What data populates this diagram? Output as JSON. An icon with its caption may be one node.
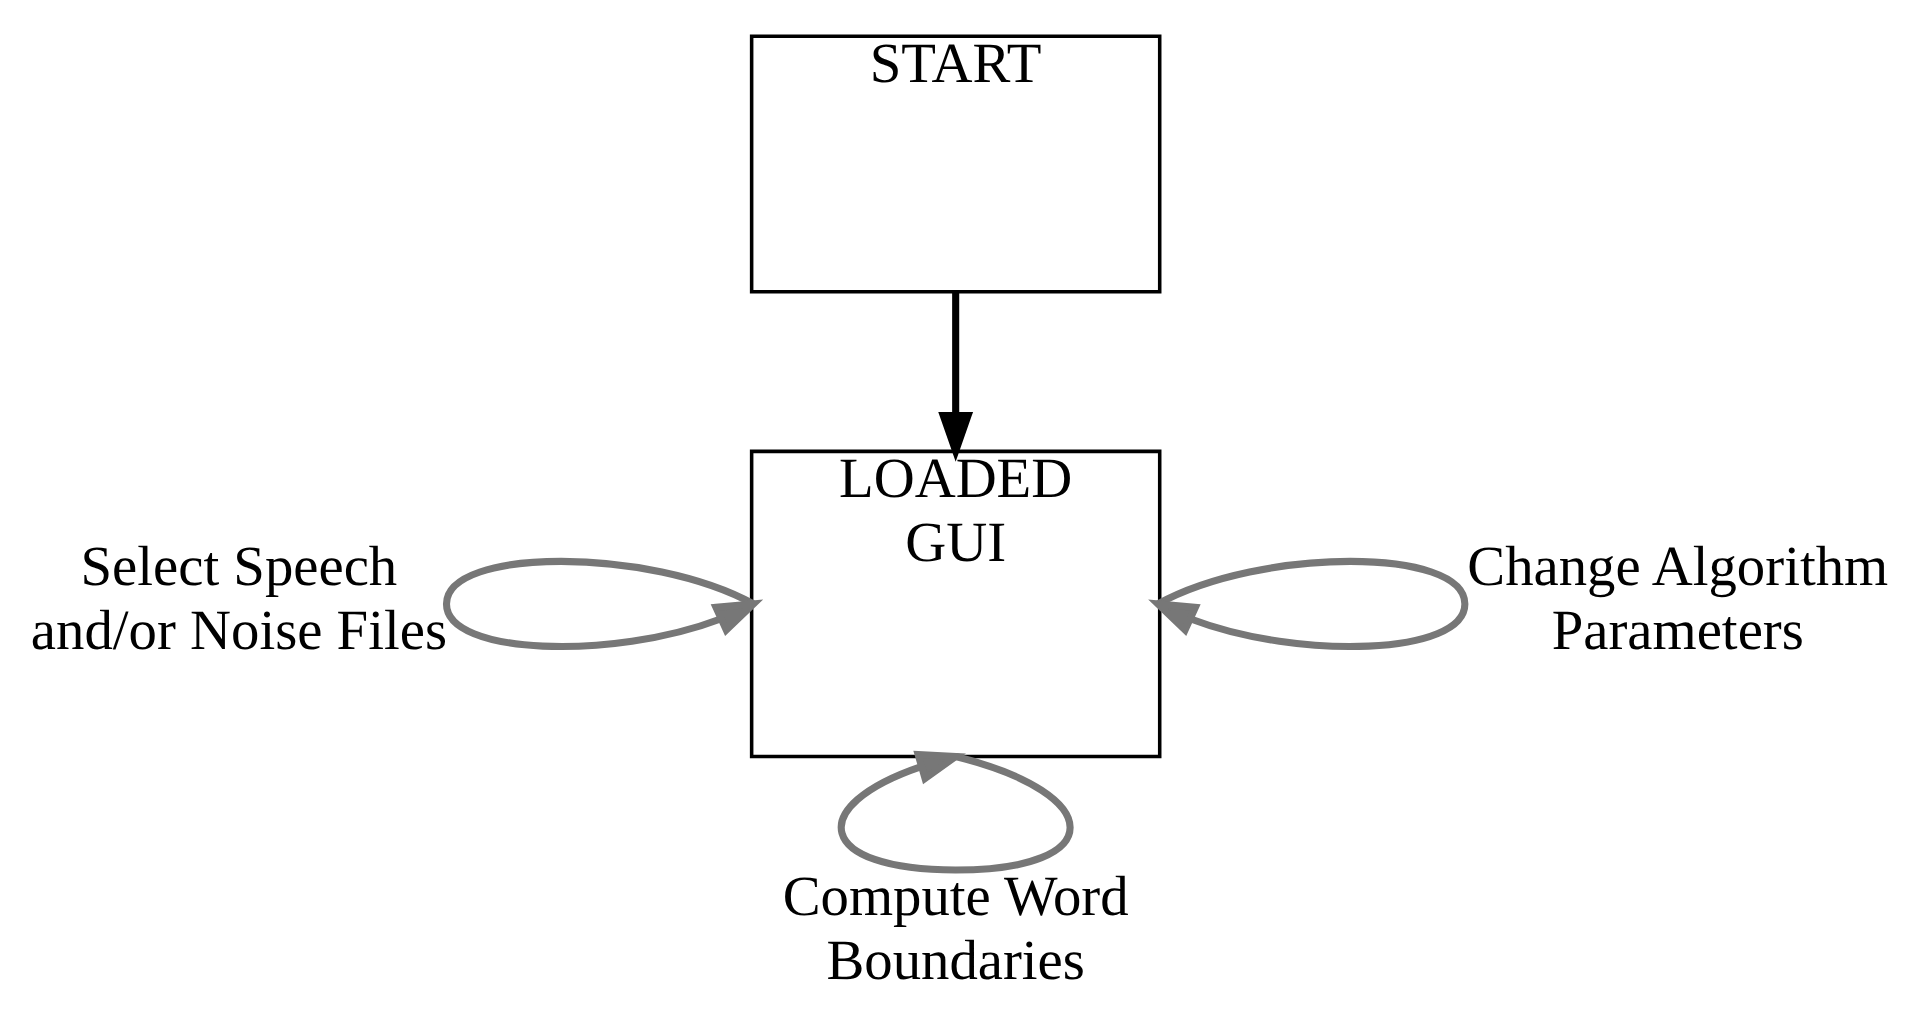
{
  "diagram": {
    "nodes": [
      {
        "text": [
          "START"
        ]
      },
      {
        "text": [
          "LOADED GUI"
        ]
      }
    ],
    "edges": [
      {
        "from": 0,
        "to": 1,
        "arrow": "to",
        "color": "#000000"
      },
      {
        "from": 1,
        "to": 1,
        "arrow": "to",
        "label": "Select Speech and/or Noise Files"
      },
      {
        "from": 1,
        "to": 1,
        "arrow": "to",
        "label": "Change Algorithm Parameters"
      },
      {
        "from": 1,
        "to": 1,
        "arrow": "to",
        "label": "Compute Word Boundaries"
      }
    ]
  }
}
